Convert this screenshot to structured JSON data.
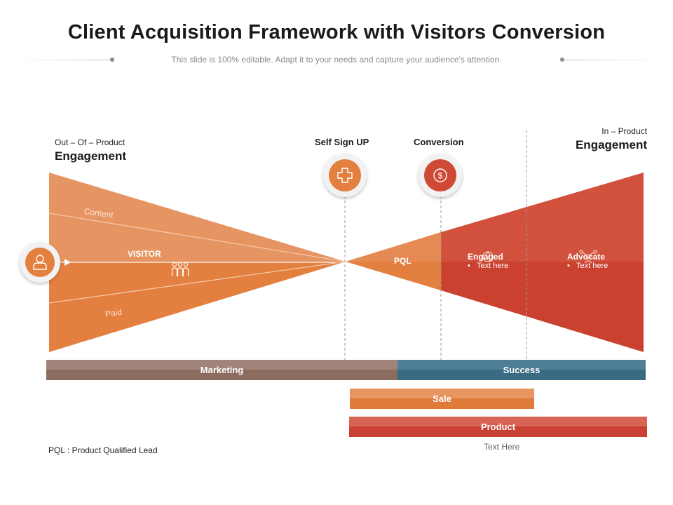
{
  "header": {
    "title": "Client Acquisition Framework with Visitors Conversion",
    "subtitle": "This slide is 100% editable. Adapt it to your needs and capture your audience's attention."
  },
  "left_label": {
    "small": "Out – Of – Product",
    "big": "Engagement"
  },
  "right_label": {
    "small": "In – Product",
    "big": "Engagement"
  },
  "stages": {
    "self_sign_up": "Self Sign UP",
    "conversion": "Conversion"
  },
  "funnel": {
    "content": "Content",
    "visitor": "VISITOR",
    "paid": "Paid",
    "pql": "PQL",
    "engaged": {
      "title": "Engaged",
      "bullet": "Text here"
    },
    "advocate": {
      "title": "Advocate",
      "bullet": "Text here"
    }
  },
  "bars": {
    "marketing": "Marketing",
    "success": "Success",
    "sale": "Sale",
    "product": "Product"
  },
  "footnote": "PQL : Product Qualified Lead",
  "below_product": "Text Here",
  "icons": {
    "visitor": "user-icon",
    "self_sign_up": "plus-icon",
    "conversion": "dollar-coin-icon",
    "visitor_group": "people-group-icon",
    "engaged": "user-network-icon",
    "advocate": "user-share-icon"
  },
  "colors": {
    "orange_light": "#e69462",
    "orange": "#e37f3f",
    "red": "#cf4a34",
    "marketing": "#917266",
    "success": "#3d6f86",
    "sale": "#e48040",
    "product": "#cf4636"
  }
}
